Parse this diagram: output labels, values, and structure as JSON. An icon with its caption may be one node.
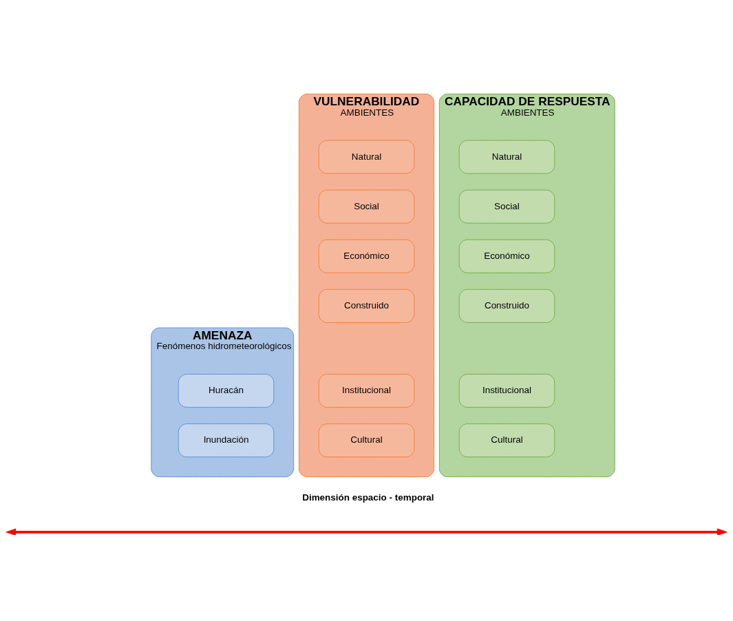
{
  "diagram": {
    "nodes": [
      {
        "text": [
          "AMENAZA",
          "Fenómenos hidrometeorológicos"
        ]
      },
      {
        "text": [
          "Huracán"
        ],
        "in": 0
      },
      {
        "text": [
          "Inundación"
        ],
        "in": 0
      },
      {
        "text": [
          "VULNERABILIDAD",
          "AMBIENTES"
        ]
      },
      {
        "text": [
          "Natural"
        ],
        "in": 3
      },
      {
        "text": [
          "Social"
        ],
        "in": 3
      },
      {
        "text": [
          "Económico"
        ],
        "in": 3
      },
      {
        "text": [
          "Construido"
        ],
        "in": 3
      },
      {
        "text": [
          "Institucional"
        ],
        "in": 3
      },
      {
        "text": [
          "Cultural"
        ],
        "in": 3
      },
      {
        "text": [
          "CAPACIDAD DE RESPUESTA",
          "AMBIENTES"
        ]
      },
      {
        "text": [
          "Natural"
        ],
        "in": 10
      },
      {
        "text": [
          "Social"
        ],
        "in": 10
      },
      {
        "text": [
          "Económico"
        ],
        "in": 10
      },
      {
        "text": [
          "Construido"
        ],
        "in": 10
      },
      {
        "text": [
          "Institucional"
        ],
        "in": 10
      },
      {
        "text": [
          "Cultural"
        ],
        "in": 10
      }
    ],
    "edges": [],
    "labels": [
      "Dimensión espacio - temporal"
    ]
  }
}
